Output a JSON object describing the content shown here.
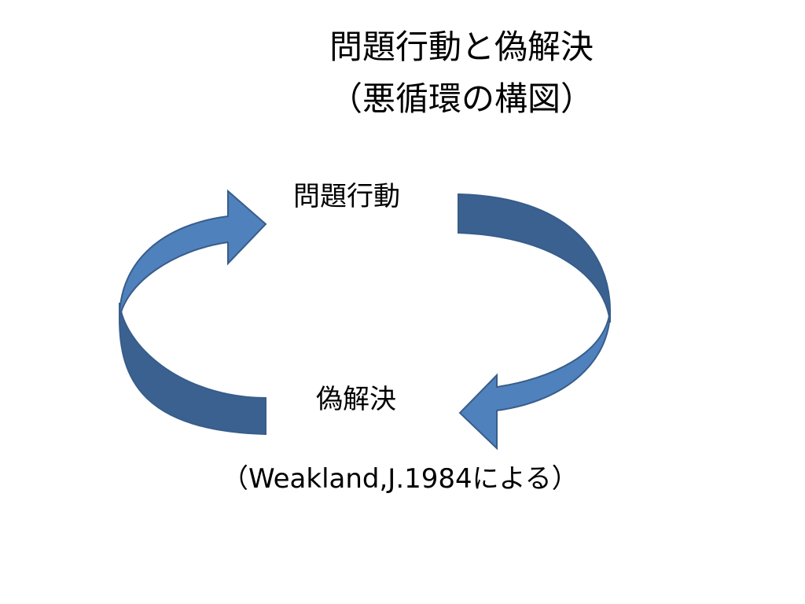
{
  "title": {
    "line1": "問題行動と偽解決",
    "line2": "（悪循環の構図）"
  },
  "nodes": {
    "top": "問題行動",
    "bottom": "偽解決"
  },
  "citation": "（Weakland,J.1984による）",
  "colors": {
    "arrow_fill": "#4F81BD",
    "arrow_shade": "#3A6190",
    "arrow_stroke": "#385D8A"
  }
}
